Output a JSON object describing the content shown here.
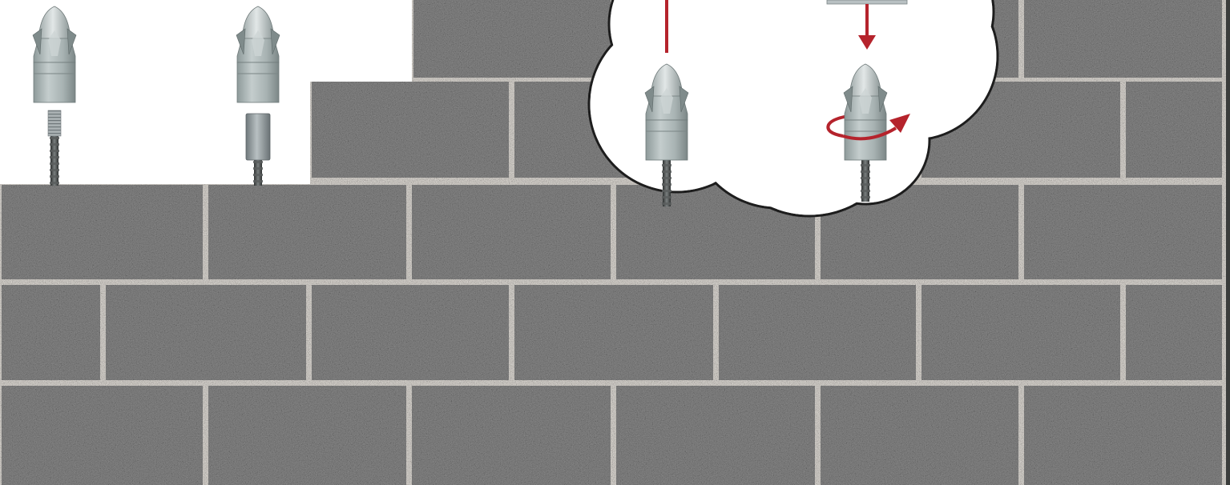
{
  "scene": {
    "colors": {
      "background": "#ffffff",
      "block": "#8d8d8d",
      "mortar": "#e4e0da",
      "edge": "#3a3c3b",
      "cap_body": "#b7c1c1",
      "cap_dark": "#7f8b8b",
      "rebar": "#5b5e5e",
      "coupler": "#9aa3a6",
      "accent_arrow": "#b5232c"
    },
    "icons": {
      "cap": "rebar-safety-cap-icon",
      "threaded_rod": "threaded-rebar-icon",
      "coupler": "rebar-coupler-icon",
      "arrow_down": "arrow-down-icon",
      "rotate": "rotate-arrow-icon",
      "callout": "cloud-callout"
    },
    "steps": [
      {
        "id": "threaded-rebar",
        "rod": "threaded"
      },
      {
        "id": "coupler-rebar",
        "rod": "coupler"
      },
      {
        "id": "push-on",
        "action": "push"
      },
      {
        "id": "twist-on",
        "action": "twist"
      }
    ]
  }
}
